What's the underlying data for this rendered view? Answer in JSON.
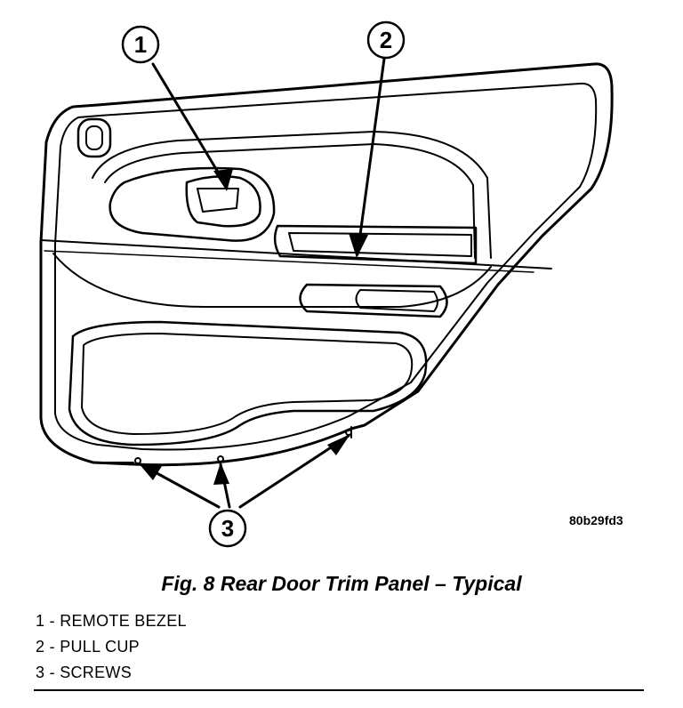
{
  "callouts": [
    {
      "number": "1"
    },
    {
      "number": "2"
    },
    {
      "number": "3"
    }
  ],
  "figure_code": "80b29fd3",
  "caption": "Fig. 8 Rear Door Trim Panel – Typical",
  "legend": [
    {
      "text": "1 - REMOTE BEZEL"
    },
    {
      "text": "2 - PULL CUP"
    },
    {
      "text": "3 - SCREWS"
    }
  ]
}
